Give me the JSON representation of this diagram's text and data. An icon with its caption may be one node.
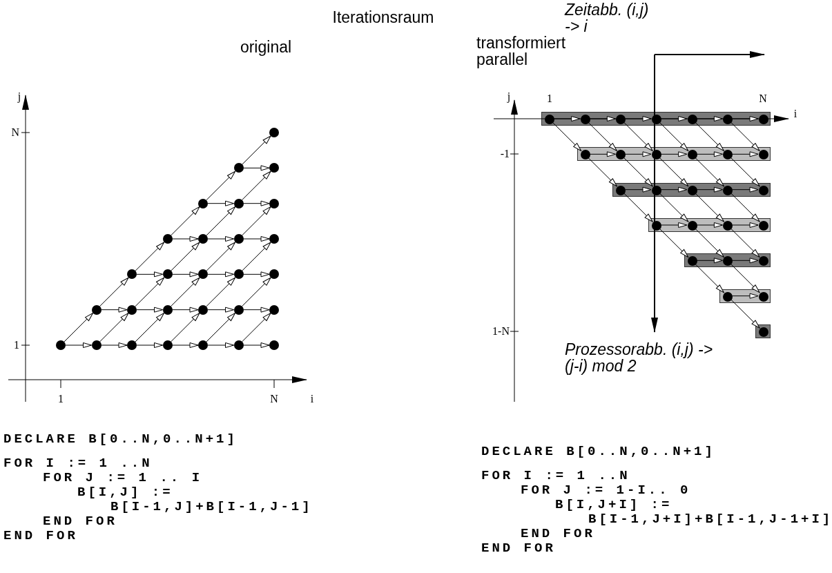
{
  "diagram": {
    "title": "Iterationsraum",
    "nodes": [
      {
        "text": [],
        "shape": "circle"
      },
      {
        "text": [],
        "shape": "circle"
      },
      {
        "text": [],
        "shape": "circle"
      },
      {
        "text": [],
        "shape": "circle"
      },
      {
        "text": [],
        "shape": "circle"
      },
      {
        "text": [],
        "shape": "circle"
      },
      {
        "text": [],
        "shape": "circle"
      },
      {
        "text": [],
        "shape": "circle"
      },
      {
        "text": [],
        "shape": "circle"
      },
      {
        "text": [],
        "shape": "circle"
      },
      {
        "text": [],
        "shape": "circle"
      },
      {
        "text": [],
        "shape": "circle"
      },
      {
        "text": [],
        "shape": "circle"
      },
      {
        "text": [],
        "shape": "circle"
      },
      {
        "text": [],
        "shape": "circle"
      },
      {
        "text": [],
        "shape": "circle"
      },
      {
        "text": [],
        "shape": "circle"
      },
      {
        "text": [],
        "shape": "circle"
      },
      {
        "text": [],
        "shape": "circle"
      },
      {
        "text": [],
        "shape": "circle"
      },
      {
        "text": [],
        "shape": "circle"
      },
      {
        "text": [],
        "shape": "circle"
      },
      {
        "text": [],
        "shape": "circle"
      },
      {
        "text": [],
        "shape": "circle"
      },
      {
        "text": [],
        "shape": "circle"
      },
      {
        "text": [],
        "shape": "circle"
      },
      {
        "text": [],
        "shape": "circle"
      },
      {
        "text": [],
        "shape": "circle"
      },
      {
        "text": [],
        "shape": "bar"
      },
      {
        "text": [],
        "shape": "circle",
        "in": 28
      },
      {
        "text": [],
        "shape": "circle",
        "in": 28
      },
      {
        "text": [],
        "shape": "circle",
        "in": 28
      },
      {
        "text": [],
        "shape": "circle",
        "in": 28
      },
      {
        "text": [],
        "shape": "circle",
        "in": 28
      },
      {
        "text": [],
        "shape": "circle",
        "in": 28
      },
      {
        "text": [],
        "shape": "circle",
        "in": 28
      },
      {
        "text": [],
        "shape": "bar"
      },
      {
        "text": [],
        "shape": "circle",
        "in": 36
      },
      {
        "text": [],
        "shape": "circle",
        "in": 36
      },
      {
        "text": [],
        "shape": "circle",
        "in": 36
      },
      {
        "text": [],
        "shape": "circle",
        "in": 36
      },
      {
        "text": [],
        "shape": "circle",
        "in": 36
      },
      {
        "text": [],
        "shape": "circle",
        "in": 36
      },
      {
        "text": [],
        "shape": "bar"
      },
      {
        "text": [],
        "shape": "circle",
        "in": 43
      },
      {
        "text": [],
        "shape": "circle",
        "in": 43
      },
      {
        "text": [],
        "shape": "circle",
        "in": 43
      },
      {
        "text": [],
        "shape": "circle",
        "in": 43
      },
      {
        "text": [],
        "shape": "circle",
        "in": 43
      },
      {
        "text": [],
        "shape": "bar"
      },
      {
        "text": [],
        "shape": "circle",
        "in": 49
      },
      {
        "text": [],
        "shape": "circle",
        "in": 49
      },
      {
        "text": [],
        "shape": "circle",
        "in": 49
      },
      {
        "text": [],
        "shape": "circle",
        "in": 49
      },
      {
        "text": [],
        "shape": "bar"
      },
      {
        "text": [],
        "shape": "circle",
        "in": 54
      },
      {
        "text": [],
        "shape": "circle",
        "in": 54
      },
      {
        "text": [],
        "shape": "circle",
        "in": 54
      },
      {
        "text": [],
        "shape": "bar"
      },
      {
        "text": [],
        "shape": "circle",
        "in": 58
      },
      {
        "text": [],
        "shape": "circle",
        "in": 58
      },
      {
        "text": [],
        "shape": "bar"
      },
      {
        "text": [],
        "shape": "circle",
        "in": 61
      }
    ],
    "edges": [
      {
        "from": 0,
        "to": 1,
        "arrow": "to"
      },
      {
        "from": 0,
        "to": 2,
        "arrow": "to"
      },
      {
        "from": 1,
        "to": 3,
        "arrow": "to"
      },
      {
        "from": 2,
        "to": 4,
        "arrow": "to"
      },
      {
        "from": 1,
        "to": 4,
        "arrow": "to"
      },
      {
        "from": 2,
        "to": 5,
        "arrow": "to"
      },
      {
        "from": 3,
        "to": 6,
        "arrow": "to"
      },
      {
        "from": 4,
        "to": 7,
        "arrow": "to"
      },
      {
        "from": 5,
        "to": 8,
        "arrow": "to"
      },
      {
        "from": 3,
        "to": 7,
        "arrow": "to"
      },
      {
        "from": 4,
        "to": 8,
        "arrow": "to"
      },
      {
        "from": 5,
        "to": 9,
        "arrow": "to"
      },
      {
        "from": 6,
        "to": 10,
        "arrow": "to"
      },
      {
        "from": 7,
        "to": 11,
        "arrow": "to"
      },
      {
        "from": 8,
        "to": 12,
        "arrow": "to"
      },
      {
        "from": 9,
        "to": 13,
        "arrow": "to"
      },
      {
        "from": 6,
        "to": 11,
        "arrow": "to"
      },
      {
        "from": 7,
        "to": 12,
        "arrow": "to"
      },
      {
        "from": 8,
        "to": 13,
        "arrow": "to"
      },
      {
        "from": 9,
        "to": 14,
        "arrow": "to"
      },
      {
        "from": 10,
        "to": 15,
        "arrow": "to"
      },
      {
        "from": 11,
        "to": 16,
        "arrow": "to"
      },
      {
        "from": 12,
        "to": 17,
        "arrow": "to"
      },
      {
        "from": 13,
        "to": 18,
        "arrow": "to"
      },
      {
        "from": 14,
        "to": 19,
        "arrow": "to"
      },
      {
        "from": 10,
        "to": 16,
        "arrow": "to"
      },
      {
        "from": 11,
        "to": 17,
        "arrow": "to"
      },
      {
        "from": 12,
        "to": 18,
        "arrow": "to"
      },
      {
        "from": 13,
        "to": 19,
        "arrow": "to"
      },
      {
        "from": 14,
        "to": 20,
        "arrow": "to"
      },
      {
        "from": 15,
        "to": 21,
        "arrow": "to"
      },
      {
        "from": 16,
        "to": 22,
        "arrow": "to"
      },
      {
        "from": 17,
        "to": 23,
        "arrow": "to"
      },
      {
        "from": 18,
        "to": 24,
        "arrow": "to"
      },
      {
        "from": 19,
        "to": 25,
        "arrow": "to"
      },
      {
        "from": 20,
        "to": 26,
        "arrow": "to"
      },
      {
        "from": 15,
        "to": 22,
        "arrow": "to"
      },
      {
        "from": 16,
        "to": 23,
        "arrow": "to"
      },
      {
        "from": 17,
        "to": 24,
        "arrow": "to"
      },
      {
        "from": 18,
        "to": 25,
        "arrow": "to"
      },
      {
        "from": 19,
        "to": 26,
        "arrow": "to"
      },
      {
        "from": 20,
        "to": 27,
        "arrow": "to"
      },
      {
        "from": 29,
        "to": 30,
        "arrow": "to"
      },
      {
        "from": 30,
        "to": 31,
        "arrow": "to"
      },
      {
        "from": 31,
        "to": 32,
        "arrow": "to"
      },
      {
        "from": 32,
        "to": 33,
        "arrow": "to"
      },
      {
        "from": 33,
        "to": 34,
        "arrow": "to"
      },
      {
        "from": 34,
        "to": 35,
        "arrow": "to"
      },
      {
        "from": 29,
        "to": 37,
        "arrow": "to"
      },
      {
        "from": 30,
        "to": 38,
        "arrow": "to"
      },
      {
        "from": 31,
        "to": 39,
        "arrow": "to"
      },
      {
        "from": 32,
        "to": 40,
        "arrow": "to"
      },
      {
        "from": 33,
        "to": 41,
        "arrow": "to"
      },
      {
        "from": 34,
        "to": 42,
        "arrow": "to"
      },
      {
        "from": 37,
        "to": 38,
        "arrow": "to"
      },
      {
        "from": 38,
        "to": 39,
        "arrow": "to"
      },
      {
        "from": 39,
        "to": 40,
        "arrow": "to"
      },
      {
        "from": 40,
        "to": 41,
        "arrow": "to"
      },
      {
        "from": 41,
        "to": 42,
        "arrow": "to"
      },
      {
        "from": 37,
        "to": 44,
        "arrow": "to"
      },
      {
        "from": 38,
        "to": 45,
        "arrow": "to"
      },
      {
        "from": 39,
        "to": 46,
        "arrow": "to"
      },
      {
        "from": 40,
        "to": 47,
        "arrow": "to"
      },
      {
        "from": 41,
        "to": 48,
        "arrow": "to"
      },
      {
        "from": 44,
        "to": 45,
        "arrow": "to"
      },
      {
        "from": 45,
        "to": 46,
        "arrow": "to"
      },
      {
        "from": 46,
        "to": 47,
        "arrow": "to"
      },
      {
        "from": 47,
        "to": 48,
        "arrow": "to"
      },
      {
        "from": 44,
        "to": 50,
        "arrow": "to"
      },
      {
        "from": 45,
        "to": 51,
        "arrow": "to"
      },
      {
        "from": 46,
        "to": 52,
        "arrow": "to"
      },
      {
        "from": 47,
        "to": 53,
        "arrow": "to"
      },
      {
        "from": 50,
        "to": 51,
        "arrow": "to"
      },
      {
        "from": 51,
        "to": 52,
        "arrow": "to"
      },
      {
        "from": 52,
        "to": 53,
        "arrow": "to"
      },
      {
        "from": 50,
        "to": 55,
        "arrow": "to"
      },
      {
        "from": 51,
        "to": 56,
        "arrow": "to"
      },
      {
        "from": 52,
        "to": 57,
        "arrow": "to"
      },
      {
        "from": 55,
        "to": 56,
        "arrow": "to"
      },
      {
        "from": 56,
        "to": 57,
        "arrow": "to"
      },
      {
        "from": 55,
        "to": 59,
        "arrow": "to"
      },
      {
        "from": 56,
        "to": 60,
        "arrow": "to"
      },
      {
        "from": 59,
        "to": 60,
        "arrow": "to"
      },
      {
        "from": 59,
        "to": 62,
        "arrow": "to"
      }
    ],
    "labels": [
      "Zeitabb. (i,j) -> i",
      "original",
      "transformiert parallel",
      "j",
      "N",
      "1",
      "1",
      "N",
      "i",
      "j",
      "1",
      "N",
      "i",
      "-1",
      "1-N",
      "Prozessorabb. (i,j) -> (j-i) mod 2",
      "DECLARE B[0..N,0..N+1]",
      "FOR I := 1 ..N",
      "FOR J := 1 .. I",
      "B[I,J] :=",
      "B[I-1,J]+B[I-1,J-1]",
      "END FOR",
      "END FOR",
      "DECLARE B[0..N,0..N+1]",
      "FOR I := 1 ..N",
      "FOR J := 1-I.. 0",
      "B[I,J+I] :=",
      "B[I-1,J+I]+B[I-1,J-1+I]",
      "END FOR",
      "END FOR"
    ]
  }
}
